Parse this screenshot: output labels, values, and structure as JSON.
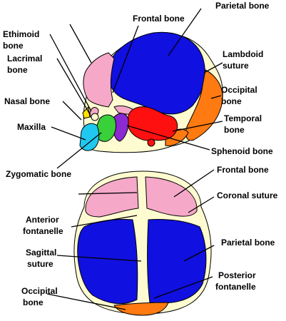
{
  "colors": {
    "parietal": "#1010e0",
    "frontal": "#f5a8c8",
    "occipital": "#ff7a10",
    "temporal": "#ff1010",
    "sphenoid": "#8a2ad0",
    "zygomatic": "#3ad03a",
    "maxilla": "#20c8f0",
    "nasal": "#ffe000",
    "suture": "#fffbd0",
    "outline": "#000000"
  },
  "lateral_view": {
    "labels": {
      "parietal": "Parietal bone",
      "frontal": "Frontal bone",
      "ethmoid_1": "Ethimoid",
      "ethmoid_2": "bone",
      "lacrimal_1": "Lacrimal",
      "lacrimal_2": "bone",
      "lambdoid_1": "Lambdoid",
      "lambdoid_2": "suture",
      "occipital_1": "Occipital",
      "occipital_2": "bone",
      "nasal": "Nasal bone",
      "temporal_1": "Temporal",
      "temporal_2": "bone",
      "maxilla": "Maxilla",
      "sphenoid": "Sphenoid bone",
      "zygomatic": "Zygomatic bone"
    }
  },
  "superior_view": {
    "labels": {
      "frontal": "Frontal bone",
      "coronal": "Coronal suture",
      "anterior_1": "Anterior",
      "anterior_2": "fontanelle",
      "parietal": "Parietal bone",
      "sagittal_1": "Sagittal",
      "sagittal_2": "suture",
      "posterior_1": "Posterior",
      "posterior_2": "fontanelle",
      "occipital_1": "Occipital",
      "occipital_2": "bone"
    }
  }
}
